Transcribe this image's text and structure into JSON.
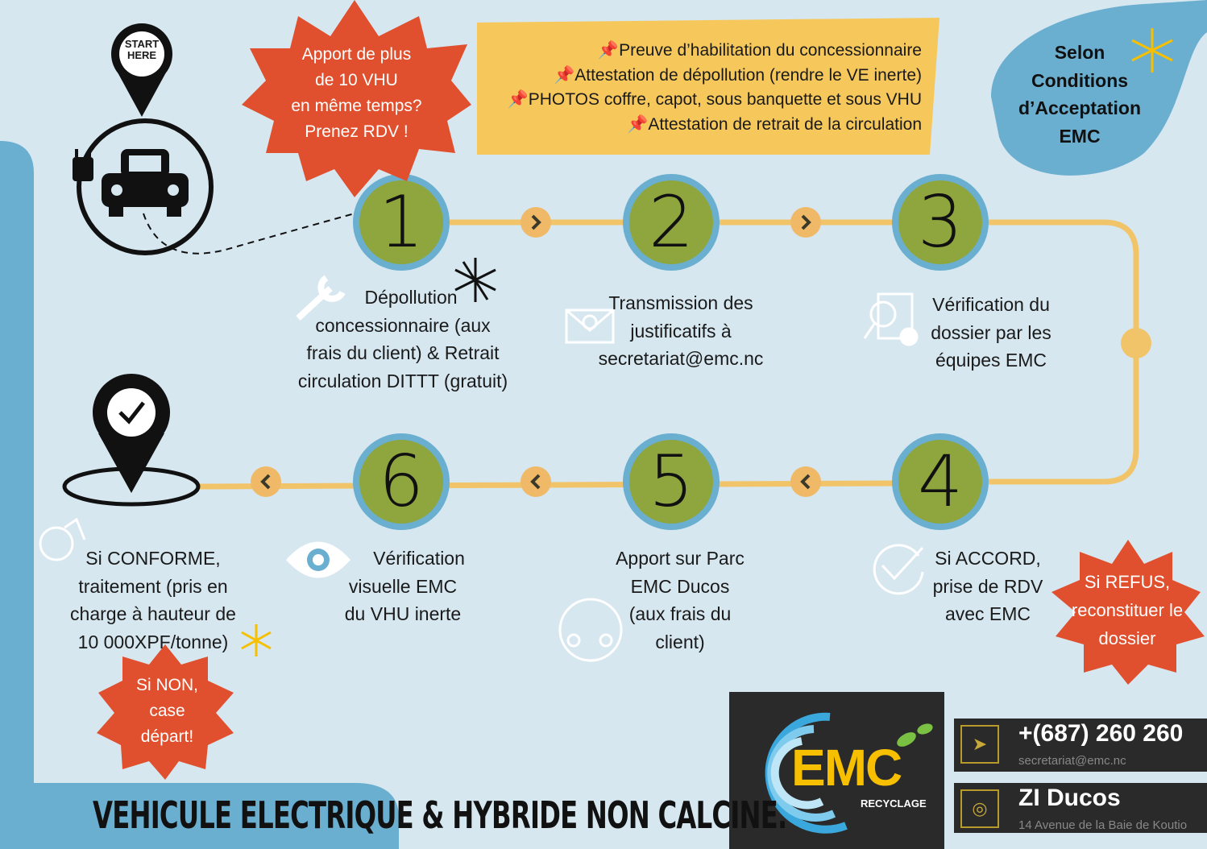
{
  "start_pin": {
    "label": "START HERE"
  },
  "top_burst": {
    "text": [
      "Apport de plus",
      "de 10 VHU",
      "en même temps?",
      "Prenez RDV !"
    ]
  },
  "requirements": [
    "Preuve d’habilitation du concessionnaire",
    "Attestation de dépollution (rendre le VE inerte)",
    "PHOTOS coffre, capot, sous banquette et sous VHU",
    "Attestation de retrait de la circulation"
  ],
  "conditions": {
    "text": [
      "Selon",
      "Conditions",
      "d’Acceptation",
      "EMC"
    ]
  },
  "steps": [
    {
      "number": "1",
      "text": [
        "Dépollution",
        "concessionnaire (aux",
        "frais du client) & Retrait",
        "circulation DITTT (gratuit)"
      ]
    },
    {
      "number": "2",
      "text": [
        "Transmission des",
        "justificatifs à",
        "secretariat@emc.nc"
      ]
    },
    {
      "number": "3",
      "text": [
        "Vérification du",
        "dossier par les",
        "équipes EMC"
      ]
    },
    {
      "number": "4",
      "text": [
        "Si ACCORD,",
        "prise de RDV",
        "avec EMC"
      ]
    },
    {
      "number": "5",
      "text": [
        "Apport sur Parc",
        "EMC Ducos",
        "(aux frais du",
        "client)"
      ]
    },
    {
      "number": "6",
      "text": [
        "Vérification",
        "visuelle EMC",
        "du VHU inerte"
      ]
    }
  ],
  "final": {
    "text": [
      "Si CONFORME,",
      "traitement (pris en",
      "charge à hauteur de",
      "10 000XPF/tonne)"
    ]
  },
  "refus_burst": {
    "text": [
      "Si REFUS,",
      "reconstituer le",
      "dossier"
    ]
  },
  "non_burst": {
    "text": [
      "Si NON,",
      "case",
      "départ!"
    ]
  },
  "title": "VEHICULE ELECTRIQUE & HYBRIDE NON CALCINE.",
  "logo": {
    "name": "EMC",
    "sub": "RECYCLAGE"
  },
  "contact": {
    "phone": "+(687) 260 260",
    "email": "secretariat@emc.nc",
    "location": "ZI Ducos",
    "address": "14 Avenue de la Baie de Koutio"
  },
  "colors": {
    "background": "#d6e7f0",
    "accent_blue": "#6aaed0",
    "olive": "#8fa63e",
    "yellow": "#f2c46a",
    "red": "#e0502e",
    "dark": "#2a2a2a"
  }
}
